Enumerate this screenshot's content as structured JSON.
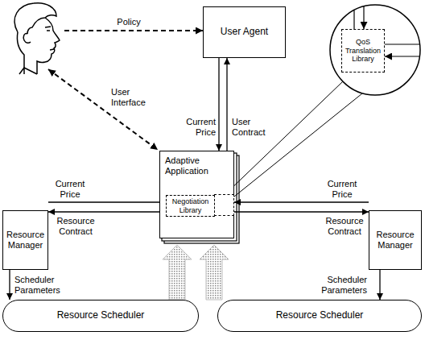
{
  "diagram": {
    "nodes": [
      {
        "text": [
          "User Agent"
        ]
      },
      {
        "text": [
          "QoS Translation Library"
        ]
      },
      {
        "text": [
          "Adaptive Application"
        ]
      },
      {
        "text": [
          "Negotiation Library"
        ],
        "in": 2
      },
      {
        "text": [
          "Resource Manager"
        ]
      },
      {
        "text": [
          "Resource Manager"
        ]
      },
      {
        "text": [
          "Resource Scheduler"
        ]
      },
      {
        "text": [
          "Resource Scheduler"
        ]
      }
    ],
    "edges": [
      {
        "from": 0,
        "to": 2,
        "label": "Current Price",
        "arrow": "to"
      },
      {
        "from": 2,
        "to": 0,
        "label": "User Contract",
        "arrow": "to"
      },
      {
        "from": 4,
        "to": 3,
        "label": "Current Price",
        "arrow": "to"
      },
      {
        "from": 3,
        "to": 4,
        "label": "Resource Contract",
        "arrow": "to"
      },
      {
        "from": 5,
        "to": 2,
        "label": "Current Price",
        "arrow": "to"
      },
      {
        "from": 2,
        "to": 5,
        "label": "Resource Contract",
        "arrow": "to"
      },
      {
        "from": 4,
        "to": 6,
        "label": "Scheduler Parameters",
        "arrow": "to"
      },
      {
        "from": 5,
        "to": 7,
        "label": "Scheduler Parameters",
        "arrow": "to"
      }
    ],
    "labels": [
      "Policy",
      "User Interface"
    ]
  }
}
